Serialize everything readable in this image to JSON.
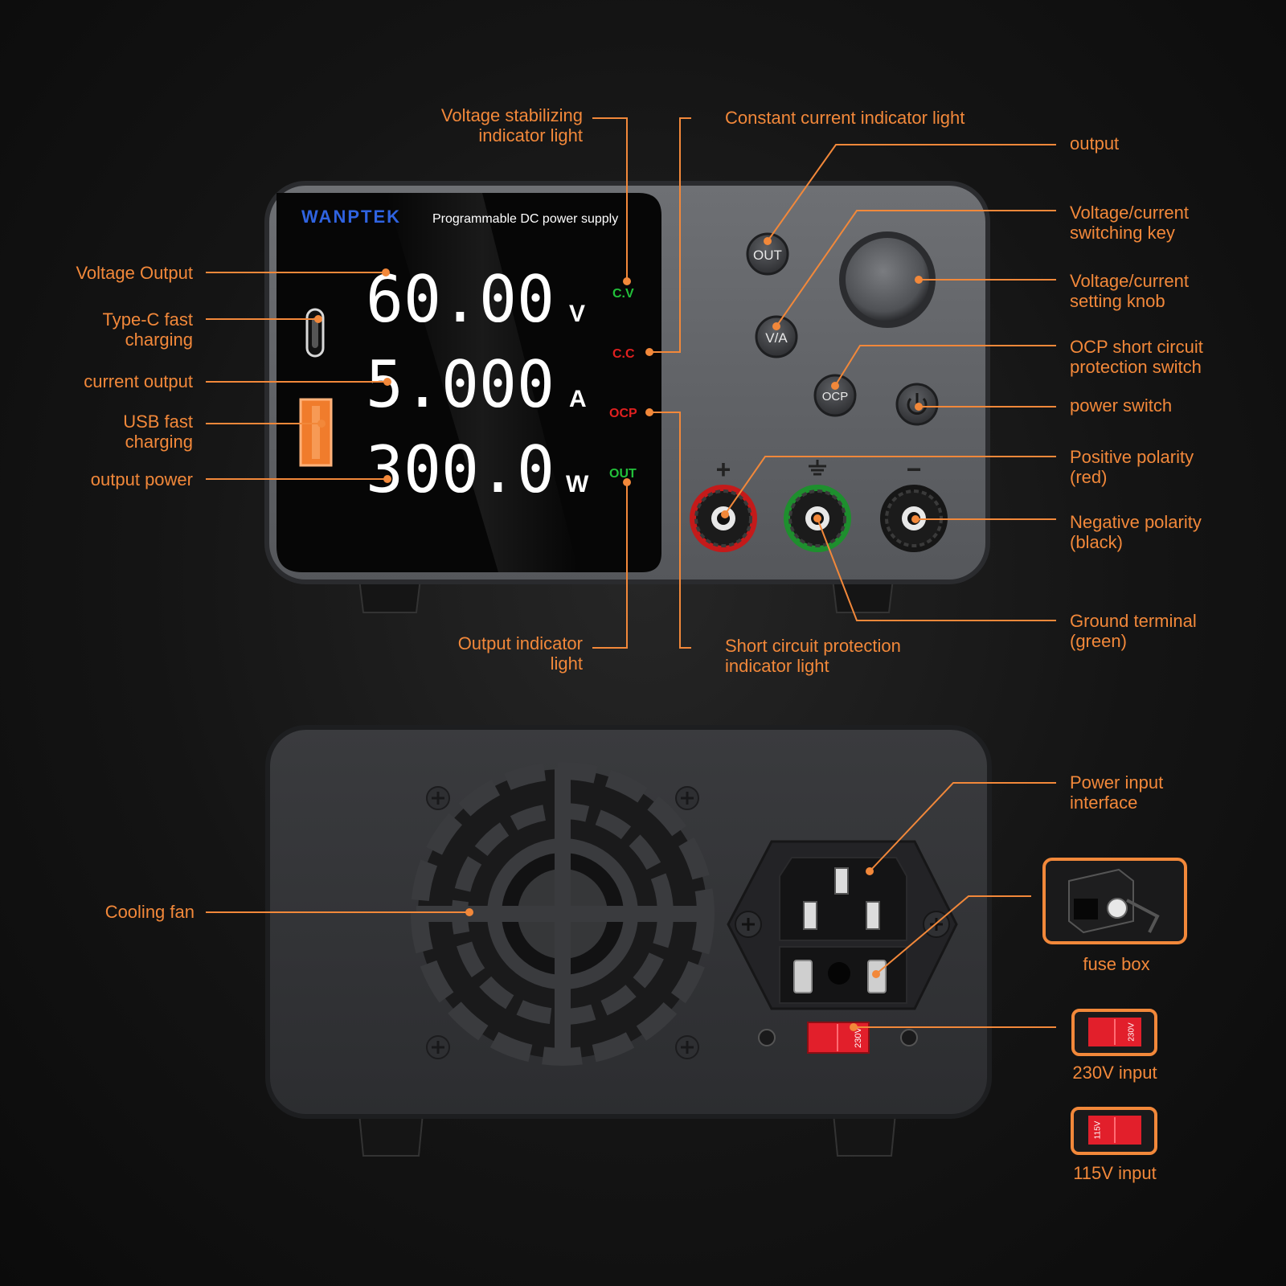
{
  "device": {
    "brand": "WANPTEK",
    "subtitle": "Programmable DC power supply",
    "readouts": [
      {
        "value": "60.00",
        "unit": "V"
      },
      {
        "value": "5.000",
        "unit": "A"
      },
      {
        "value": "300.0",
        "unit": "W"
      }
    ],
    "indicators": [
      {
        "text": "C.V",
        "color": "#22c03a"
      },
      {
        "text": "C.C",
        "color": "#e02020"
      },
      {
        "text": "OCP",
        "color": "#e02020"
      },
      {
        "text": "OUT",
        "color": "#22c03a"
      }
    ],
    "buttons": {
      "out": "OUT",
      "va": "V/A",
      "ocp": "OCP"
    },
    "polarity": {
      "positive": "+",
      "negative": "−"
    },
    "rear_switch_label": "230V"
  },
  "labels": {
    "voltage_stabilizing": "Voltage stabilizing\nindicator light",
    "constant_current": "Constant current indicator light",
    "output": "output",
    "va_switch": "Voltage/current\nswitching key",
    "setting_knob": "Voltage/current\nsetting knob",
    "ocp_switch": "OCP short circuit\nprotection switch",
    "power_switch": "power switch",
    "positive_polarity": "Positive polarity\n(red)",
    "negative_polarity": "Negative polarity\n(black)",
    "ground_terminal": "Ground terminal\n(green)",
    "short_circuit_indicator": "Short circuit protection\nindicator light",
    "output_indicator": "Output indicator\nlight",
    "voltage_output": "Voltage Output",
    "typec_charging": "Type-C fast\ncharging",
    "current_output": "current output",
    "usb_charging": "USB fast\ncharging",
    "output_power": "output power",
    "cooling_fan": "Cooling fan",
    "power_input": "Power input\ninterface",
    "fuse_box": "fuse box",
    "input_230": "230V input",
    "input_115": "115V input",
    "switch_230": "230V",
    "switch_115": "115V"
  },
  "colors": {
    "accent": "#f2883a",
    "display_text": "#ffffff",
    "brand": "#2f63e0"
  }
}
